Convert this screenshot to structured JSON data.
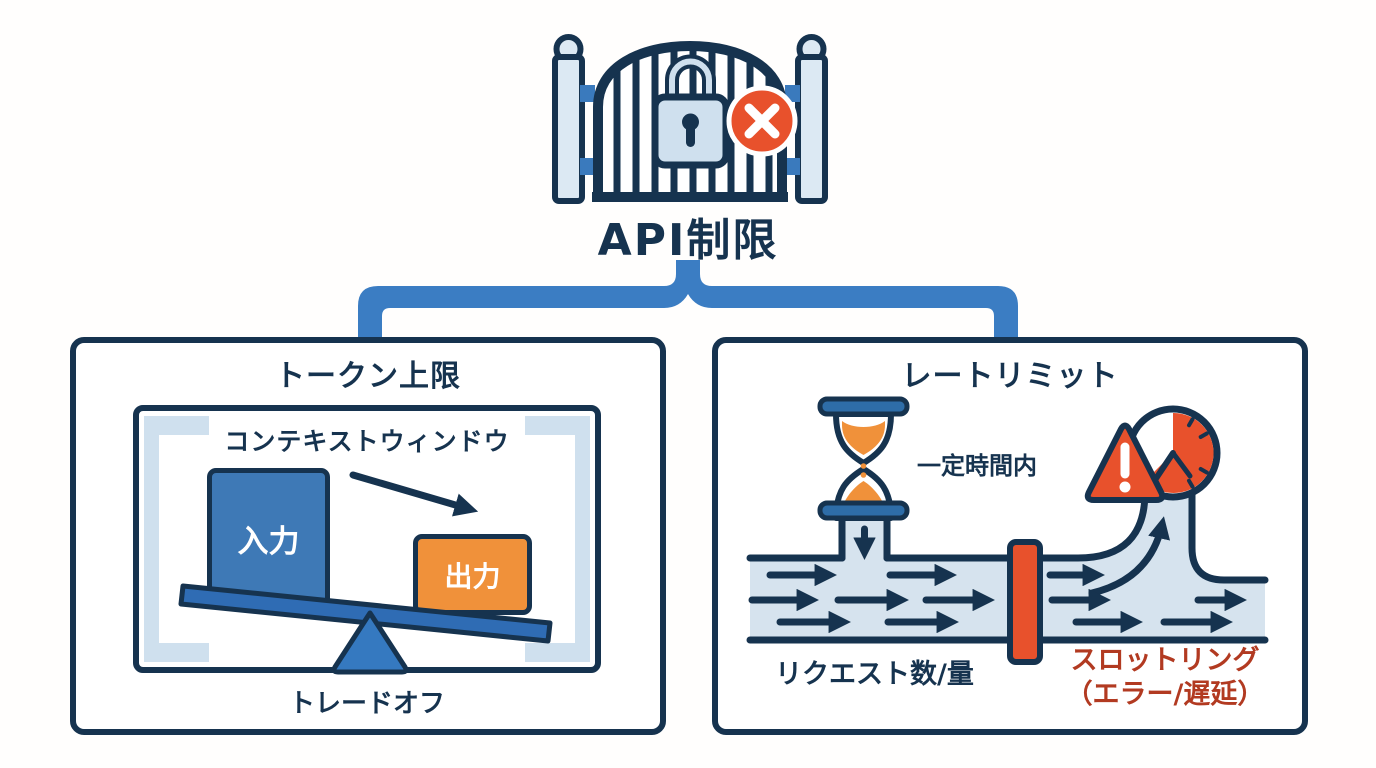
{
  "header": {
    "title": "API制限"
  },
  "left_panel": {
    "title": "トークン上限",
    "window_label": "コンテキストウィンドウ",
    "input_label": "入力",
    "output_label": "出力",
    "caption": "トレードオフ"
  },
  "right_panel": {
    "title": "レートリミット",
    "time_label": "一定時間内",
    "requests_label": "リクエスト数/量",
    "throttle_label": "スロットリング",
    "throttle_note": "（エラー/遅延）"
  },
  "icons": {
    "gate": "gate-with-lock",
    "lock": "padlock",
    "blocked": "red-x-circle",
    "hourglass": "hourglass",
    "clock": "timer-clock",
    "warning": "warning-triangle",
    "barrier": "pipe-barrier"
  },
  "colors": {
    "navy": "#16334f",
    "connector_blue": "#3b7dc3",
    "medium_blue": "#3e79b6",
    "plank_blue": "#2f6cb4",
    "light_blue": "#cfe0ee",
    "pipe_fill": "#d6e3ee",
    "orange": "#f0913a",
    "red": "#e8512c",
    "red_text": "#b23a21"
  }
}
